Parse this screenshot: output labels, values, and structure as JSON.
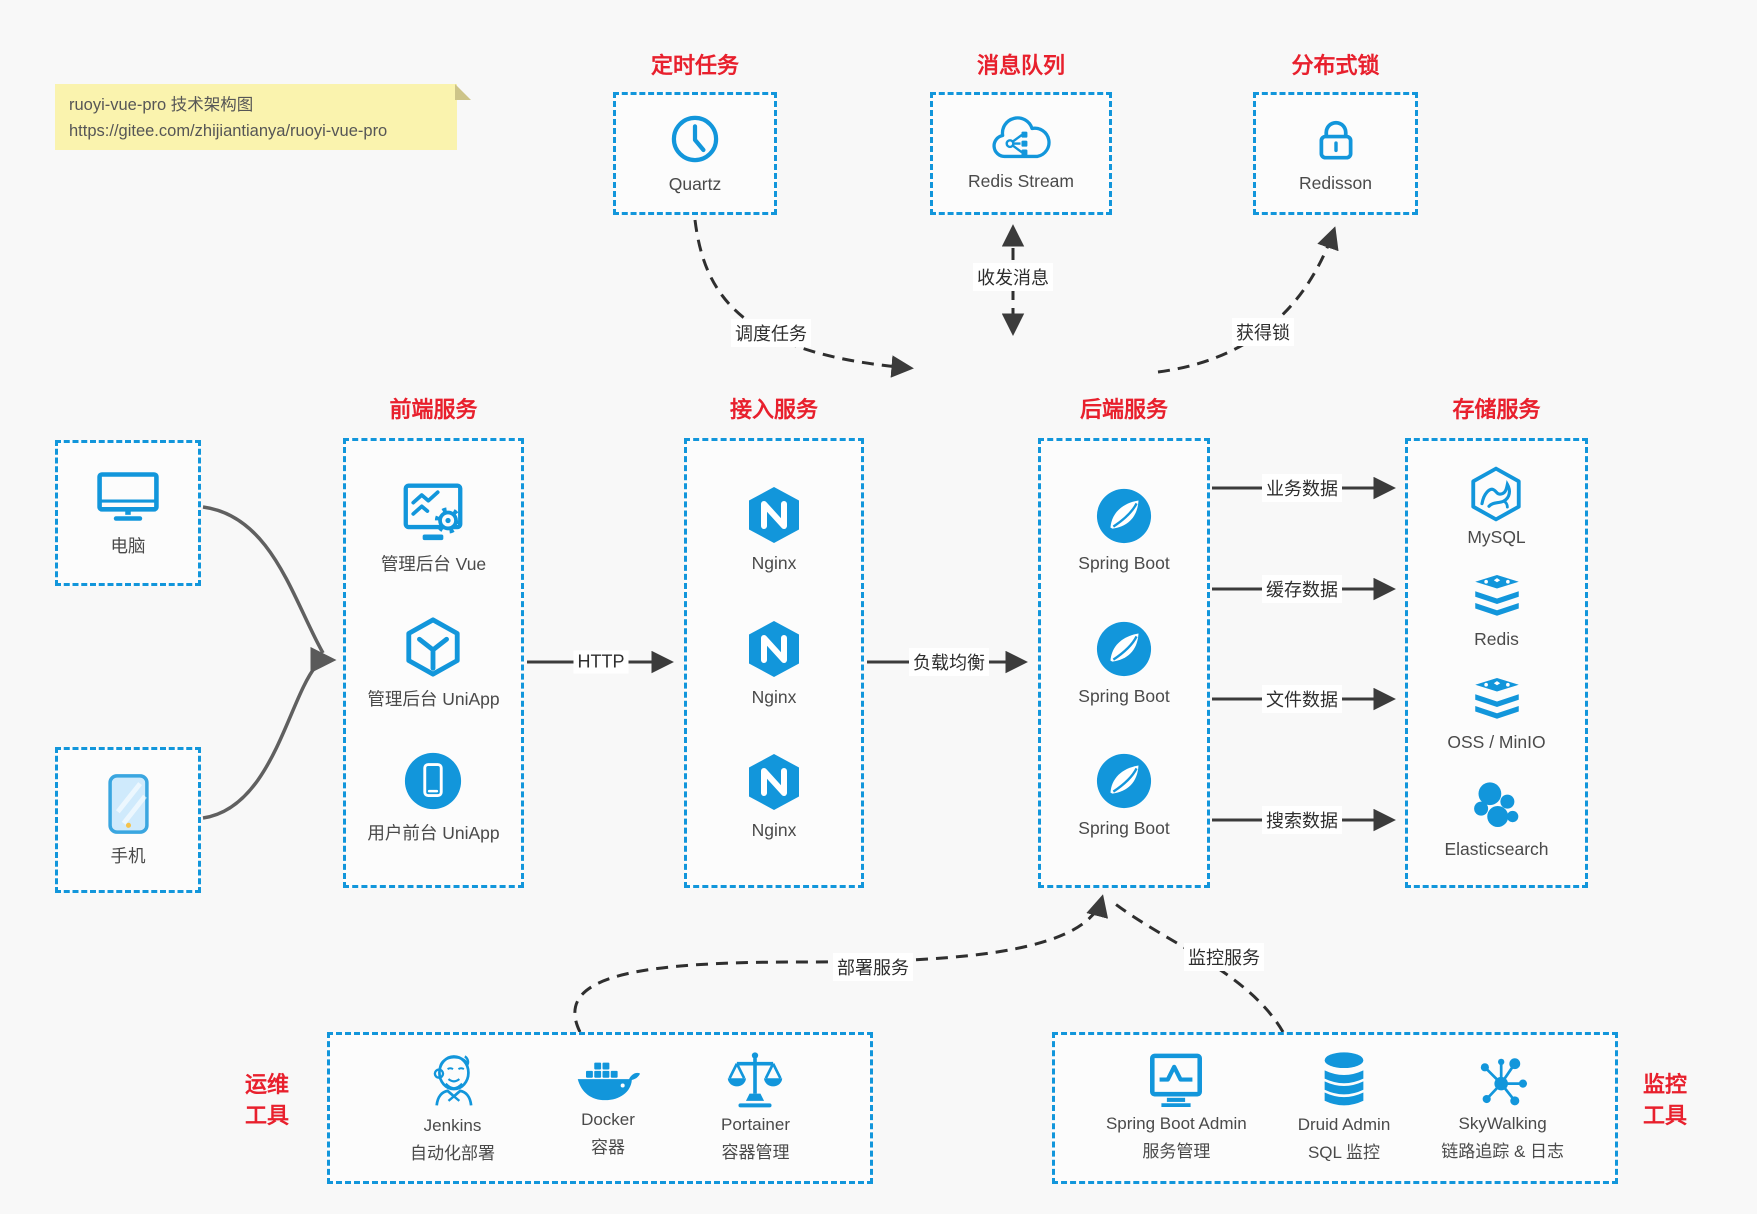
{
  "colors": {
    "accent_blue": "#1296db",
    "accent_red": "#e8202d",
    "line_dark": "#3b3b3b"
  },
  "note": {
    "line1": "ruoyi-vue-pro 技术架构图",
    "line2": "https://gitee.com/zhijiantianya/ruoyi-vue-pro"
  },
  "top_groups": [
    {
      "title": "定时任务",
      "item": {
        "icon": "clock-icon",
        "label": "Quartz"
      }
    },
    {
      "title": "消息队列",
      "item": {
        "icon": "cloud-stream-icon",
        "label": "Redis Stream"
      }
    },
    {
      "title": "分布式锁",
      "item": {
        "icon": "lock-icon",
        "label": "Redisson"
      }
    }
  ],
  "clients": [
    {
      "icon": "computer-icon",
      "label": "电脑"
    },
    {
      "icon": "phone-icon",
      "label": "手机"
    }
  ],
  "columns": [
    {
      "title": "前端服务",
      "items": [
        {
          "icon": "admin-vue-icon",
          "label": "管理后台 Vue"
        },
        {
          "icon": "uniapp-cube-icon",
          "label": "管理后台 UniApp"
        },
        {
          "icon": "user-app-icon",
          "label": "用户前台 UniApp"
        }
      ]
    },
    {
      "title": "接入服务",
      "items": [
        {
          "icon": "nginx-icon",
          "label": "Nginx"
        },
        {
          "icon": "nginx-icon",
          "label": "Nginx"
        },
        {
          "icon": "nginx-icon",
          "label": "Nginx"
        }
      ]
    },
    {
      "title": "后端服务",
      "items": [
        {
          "icon": "spring-boot-icon",
          "label": "Spring Boot"
        },
        {
          "icon": "spring-boot-icon",
          "label": "Spring Boot"
        },
        {
          "icon": "spring-boot-icon",
          "label": "Spring Boot"
        }
      ]
    },
    {
      "title": "存储服务",
      "items": [
        {
          "icon": "mysql-icon",
          "label": "MySQL"
        },
        {
          "icon": "redis-icon",
          "label": "Redis"
        },
        {
          "icon": "oss-minio-icon",
          "label": "OSS / MinIO"
        },
        {
          "icon": "elasticsearch-icon",
          "label": "Elasticsearch"
        }
      ]
    }
  ],
  "bottom_groups": [
    {
      "side_label": "运维\n工具",
      "items": [
        {
          "icon": "jenkins-icon",
          "label": "Jenkins",
          "sublabel": "自动化部署"
        },
        {
          "icon": "docker-icon",
          "label": "Docker",
          "sublabel": "容器"
        },
        {
          "icon": "portainer-icon",
          "label": "Portainer",
          "sublabel": "容器管理"
        }
      ]
    },
    {
      "side_label": "监控\n工具",
      "items": [
        {
          "icon": "spring-boot-admin-icon",
          "label": "Spring Boot Admin",
          "sublabel": "服务管理"
        },
        {
          "icon": "druid-icon",
          "label": "Druid Admin",
          "sublabel": "SQL 监控"
        },
        {
          "icon": "skywalking-icon",
          "label": "SkyWalking",
          "sublabel": "链路追踪 & 日志"
        }
      ]
    }
  ],
  "edge_labels": {
    "http": "HTTP",
    "load_balance": "负载均衡",
    "schedule": "调度任务",
    "message": "收发消息",
    "lock": "获得锁",
    "business_data": "业务数据",
    "cache_data": "缓存数据",
    "file_data": "文件数据",
    "search_data": "搜索数据",
    "deploy": "部署服务",
    "monitor": "监控服务"
  }
}
